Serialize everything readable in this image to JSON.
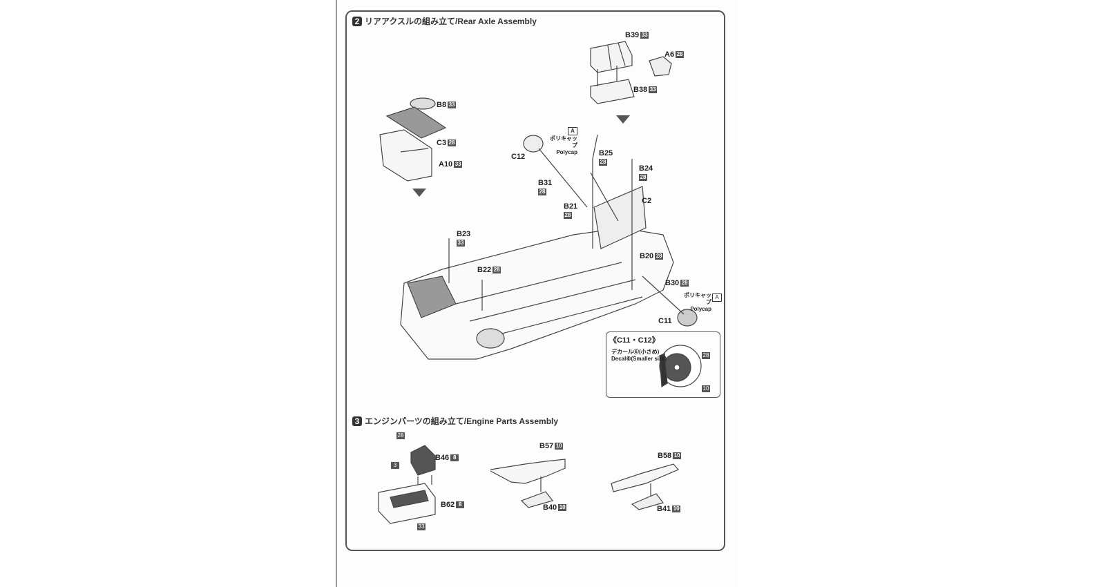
{
  "section2": {
    "number": "2",
    "title": "リアアクスルの組み立て/Rear Axle Assembly"
  },
  "section3": {
    "number": "3",
    "title": "エンジンパーツの組み立て/Engine Parts Assembly"
  },
  "parts": {
    "B39": {
      "id": "B39",
      "code": "33"
    },
    "A6": {
      "id": "A6",
      "code": "28"
    },
    "B38": {
      "id": "B38",
      "code": "33"
    },
    "B8": {
      "id": "B8",
      "code": "33"
    },
    "C3": {
      "id": "C3",
      "code": "28"
    },
    "A10": {
      "id": "A10",
      "code": "33"
    },
    "C12": {
      "id": "C12"
    },
    "B25": {
      "id": "B25",
      "code": "28"
    },
    "B24": {
      "id": "B24",
      "code": "28"
    },
    "B31": {
      "id": "B31",
      "code": "28"
    },
    "B21": {
      "id": "B21",
      "code": "28"
    },
    "C2": {
      "id": "C2"
    },
    "B23": {
      "id": "B23",
      "code": "33"
    },
    "B22": {
      "id": "B22",
      "code": "28"
    },
    "B20": {
      "id": "B20",
      "code": "28"
    },
    "B30": {
      "id": "B30",
      "code": "28"
    },
    "C11": {
      "id": "C11"
    },
    "B46": {
      "id": "B46",
      "code": "8"
    },
    "B62": {
      "id": "B62",
      "code": "8"
    },
    "B57": {
      "id": "B57",
      "code": "10"
    },
    "B58": {
      "id": "B58",
      "code": "10"
    },
    "B40": {
      "id": "B40",
      "code": "10"
    },
    "B41": {
      "id": "B41",
      "code": "10"
    }
  },
  "polycap": {
    "marker": "A",
    "jp": "ポリキャップ",
    "en": "Polycap"
  },
  "inset": {
    "title": "《C11・C12》",
    "decal_jp": "デカール⑥(小さめ)",
    "decal_en": "Decal⑥(Smaller size)",
    "code_top": "28",
    "code_bottom": "10"
  },
  "engine_codes": {
    "top": "28",
    "side": "3",
    "bottom": "33"
  }
}
